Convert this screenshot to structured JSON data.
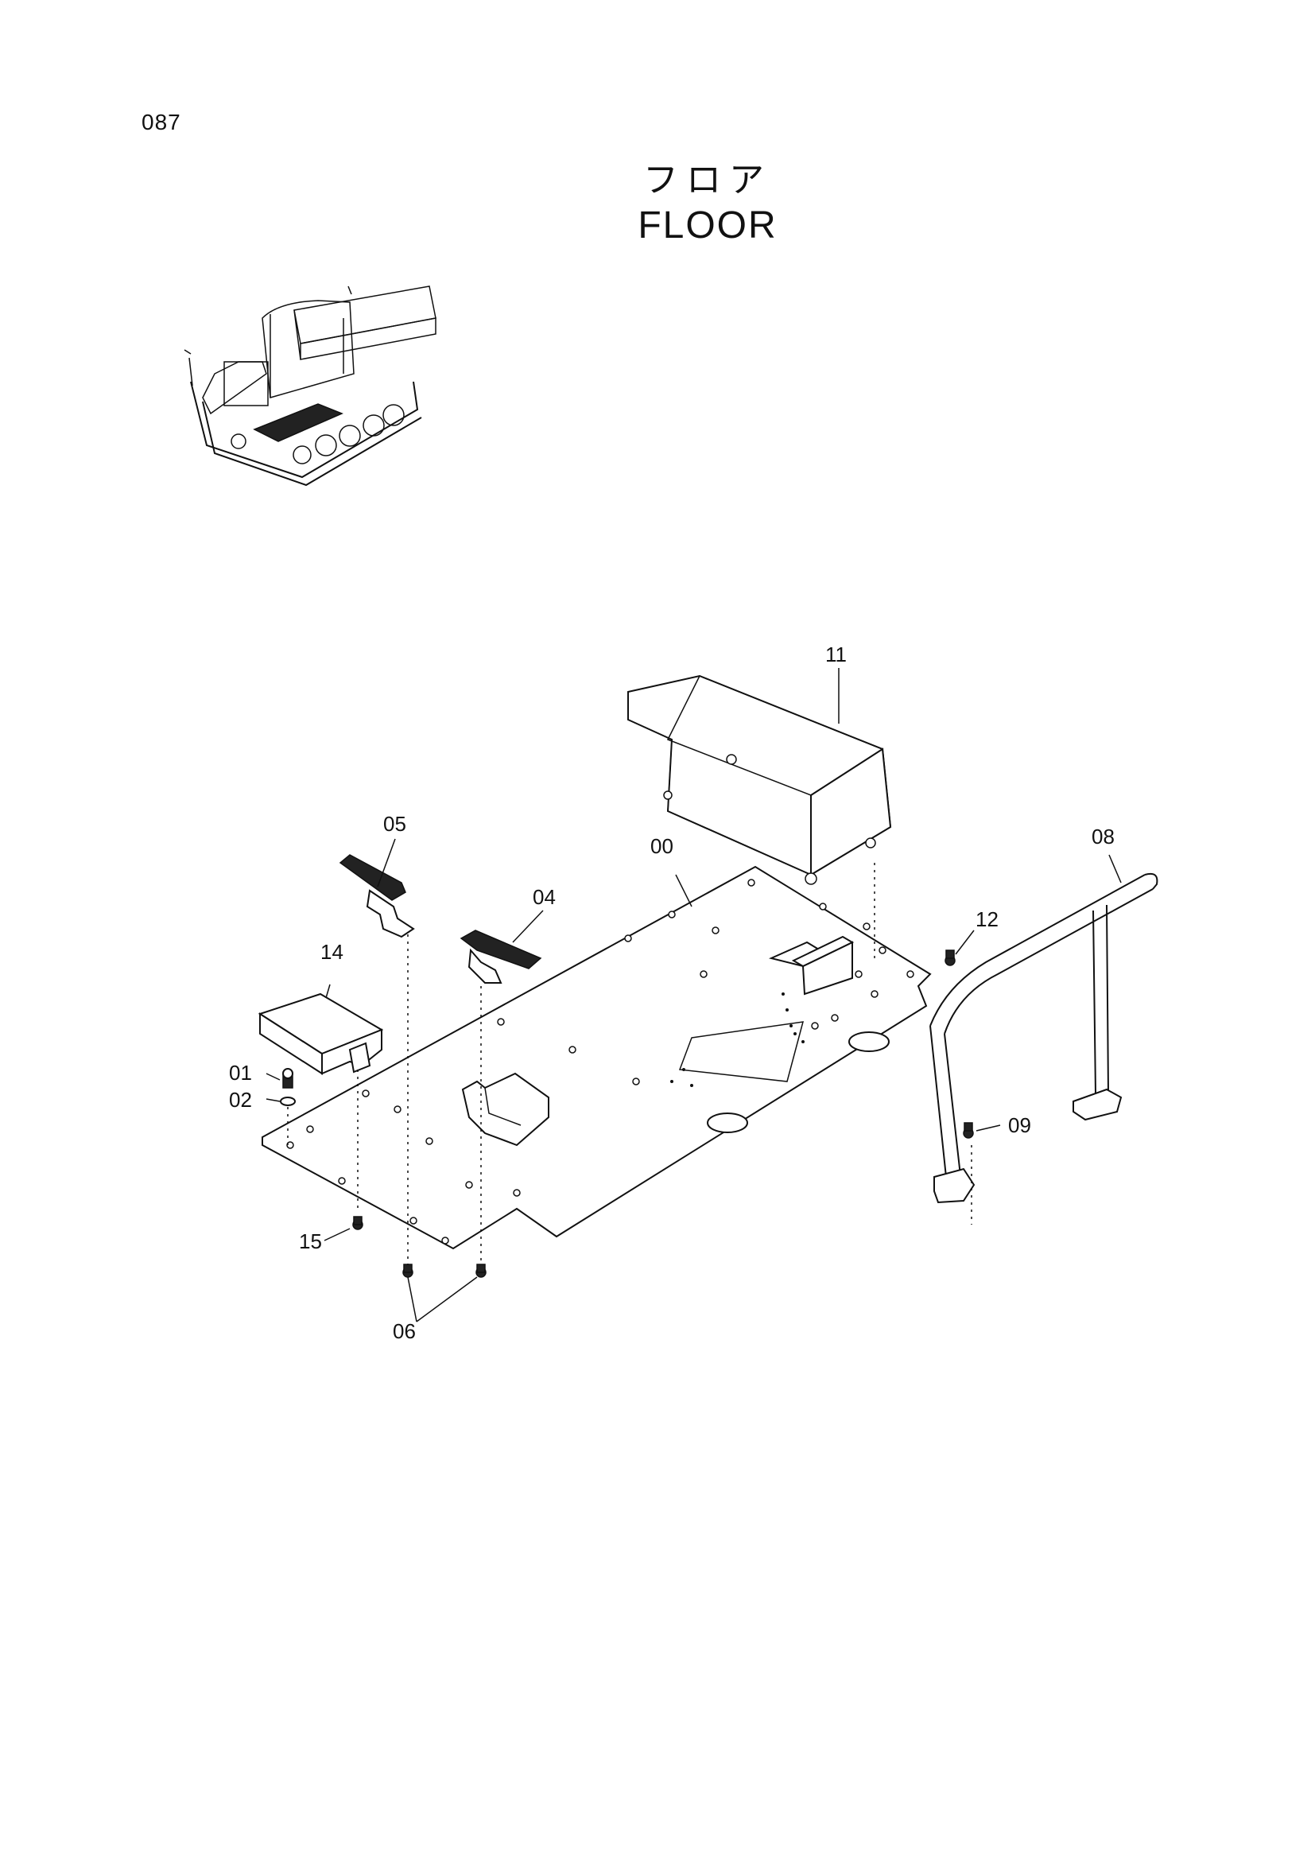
{
  "page": {
    "number": "087"
  },
  "title": {
    "japanese": "フロア",
    "english": "FLOOR"
  },
  "callouts": [
    {
      "id": "c00",
      "label": "00"
    },
    {
      "id": "c01",
      "label": "01"
    },
    {
      "id": "c02",
      "label": "02"
    },
    {
      "id": "c04",
      "label": "04"
    },
    {
      "id": "c05",
      "label": "05"
    },
    {
      "id": "c06",
      "label": "06"
    },
    {
      "id": "c08",
      "label": "08"
    },
    {
      "id": "c09",
      "label": "09"
    },
    {
      "id": "c11",
      "label": "11"
    },
    {
      "id": "c12",
      "label": "12"
    },
    {
      "id": "c14",
      "label": "14"
    },
    {
      "id": "c15",
      "label": "15"
    }
  ]
}
